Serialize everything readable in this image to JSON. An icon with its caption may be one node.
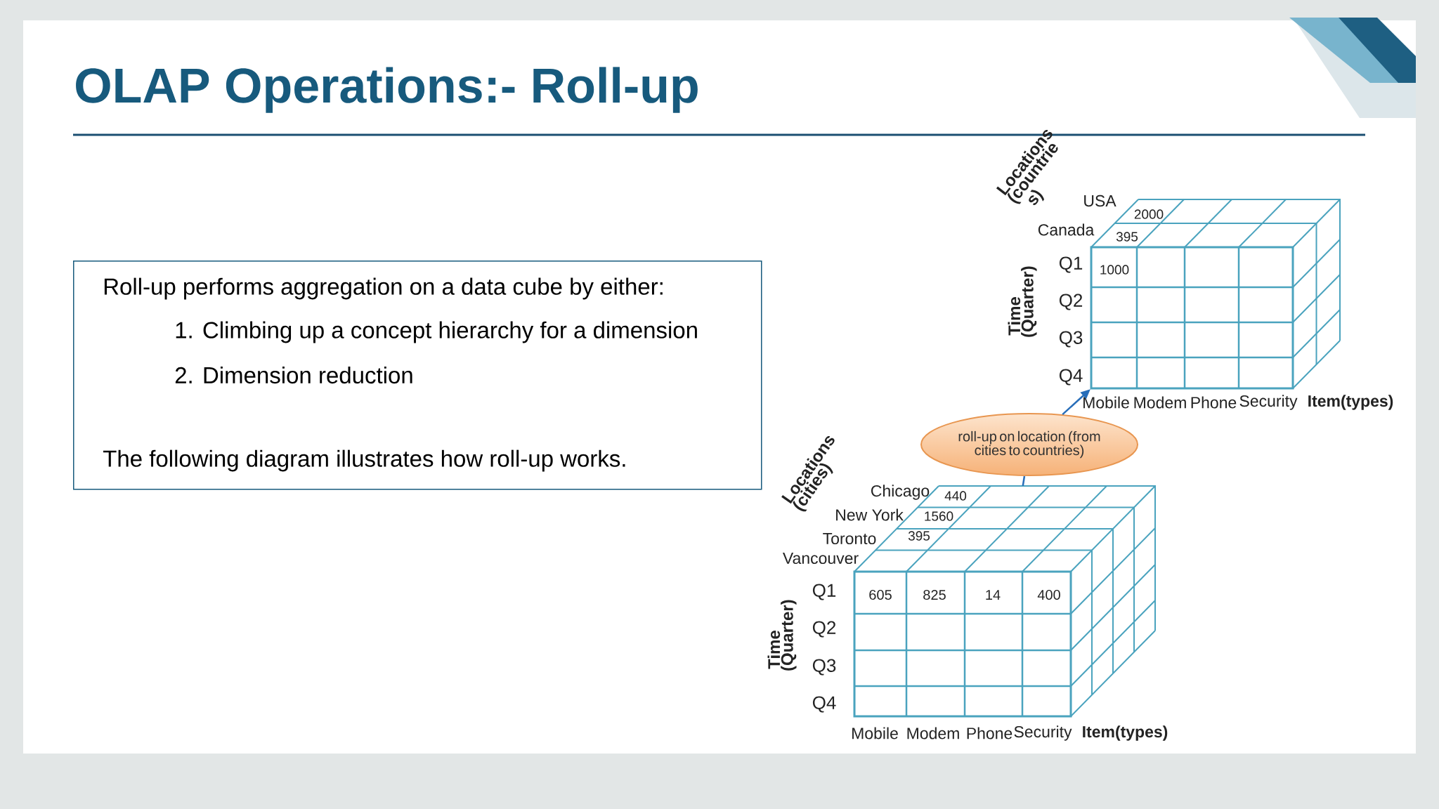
{
  "diagram": {
    "title": "OLAP Operations:- Roll-up",
    "nodes": [
      {
        "text": [
          "Roll-up performs aggregation on a data cube by either:",
          "1. Climbing up a concept hierarchy for a dimension",
          "2. Dimension reduction",
          "The following diagram illustrates how roll-up works."
        ]
      },
      {
        "text": [
          "roll-up on location (from cities to countries)"
        ]
      },
      {
        "text": [],
        "shape": "cube"
      },
      {
        "text": [],
        "shape": "cube"
      }
    ],
    "edges": [
      {
        "from": 3,
        "to": 1,
        "arrow": "none"
      },
      {
        "from": 1,
        "to": 2,
        "arrow": "to"
      }
    ],
    "labels": [
      "Locations (countrie s)",
      "USA",
      "Canada",
      "2000",
      "395",
      "1000",
      "Time (Quarter)",
      "Q1",
      "Q2",
      "Q3",
      "Q4",
      "Mobile",
      "Modem",
      "Phone",
      "Security",
      "Item(types)",
      "Locations (cities)",
      "Chicago",
      "New York",
      "Toronto",
      "Vancouver",
      "440",
      "1560",
      "395",
      "605",
      "825",
      "14",
      "400",
      "Time (Quarter)",
      "Q1",
      "Q2",
      "Q3",
      "Q4",
      "Mobile",
      "Modem",
      "Phone",
      "Security",
      "Item(types)"
    ]
  }
}
